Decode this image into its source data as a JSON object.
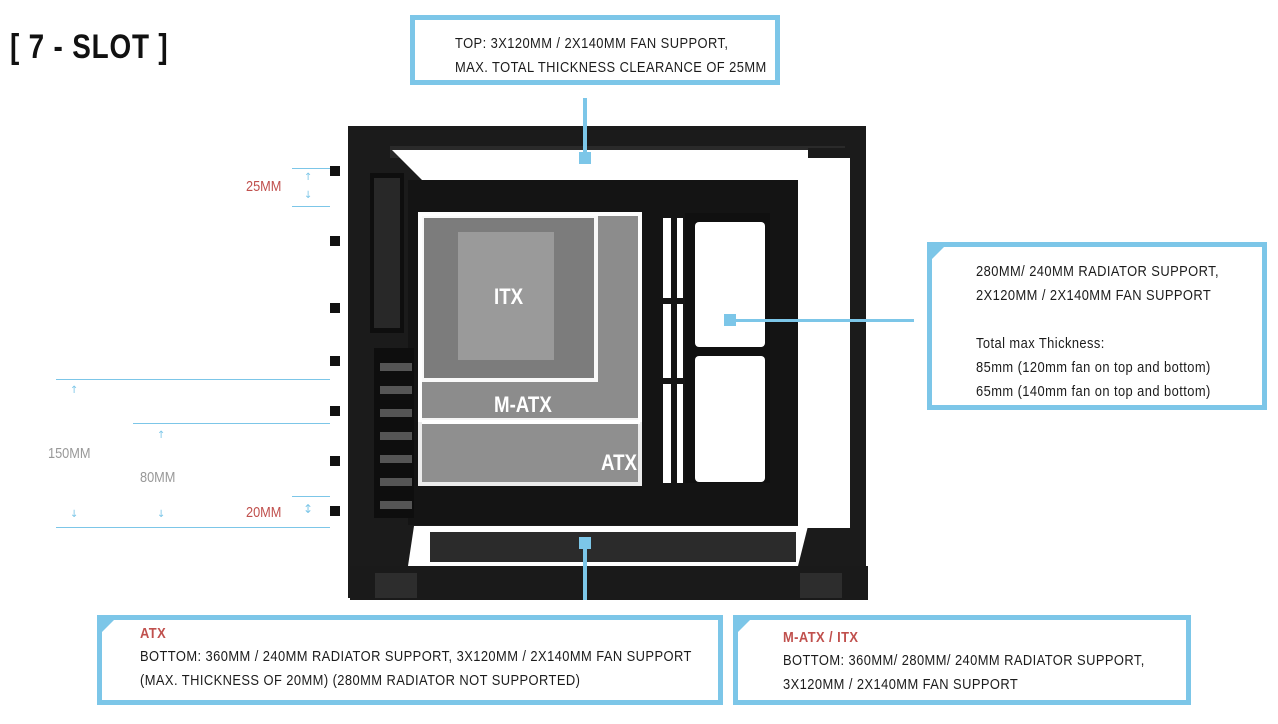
{
  "title": "[ 7 - SLOT ]",
  "top_callout": {
    "line1": "TOP: 3X120MM / 2X140MM FAN SUPPORT,",
    "line2": "MAX. TOTAL THICKNESS CLEARANCE OF 25MM"
  },
  "side_callout": {
    "line1": "280MM/ 240MM RADIATOR SUPPORT,",
    "line2": "2X120MM / 2X140MM FAN SUPPORT",
    "thickness_title": "Total max Thickness:",
    "thickness_1": "85mm (120mm fan on top and bottom)",
    "thickness_2": "65mm (140mm fan on top and bottom)"
  },
  "atx_callout": {
    "heading": "ATX",
    "line1": "BOTTOM: 360MM / 240MM RADIATOR SUPPORT, 3X120MM / 2X140MM FAN SUPPORT",
    "line2": "(MAX. THICKNESS OF 20MM) (280MM RADIATOR NOT SUPPORTED)"
  },
  "matx_callout": {
    "heading": "M-ATX / ITX",
    "line1": "BOTTOM: 360MM/ 280MM/ 240MM RADIATOR SUPPORT,",
    "line2": "3X120MM / 2X140MM FAN SUPPORT"
  },
  "measurements": {
    "top_clearance": "25MM",
    "bottom_clearance": "20MM",
    "outer_height": "150MM",
    "inner_height": "80MM"
  },
  "boards": {
    "itx": "ITX",
    "matx": "M-ATX",
    "atx": "ATX"
  },
  "colors": {
    "accent": "#7cc6e8",
    "highlight": "#c0504d",
    "case": "#1a1a1a"
  }
}
